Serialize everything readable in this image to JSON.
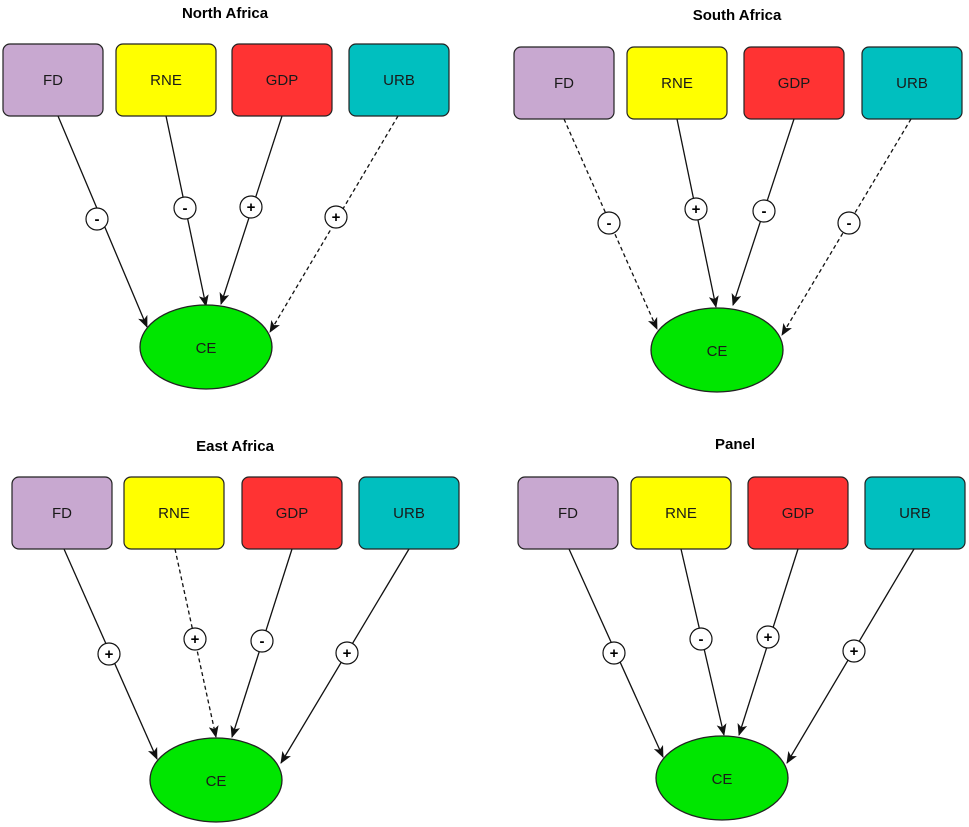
{
  "colors": {
    "FD": "#c8a8d0",
    "RNE": "#ffff00",
    "GDP": "#ff3333",
    "URB": "#00bfbf",
    "CE": "#00e600",
    "stroke": "#222222"
  },
  "target_label": "CE",
  "panels": [
    {
      "title": "North Africa",
      "boxes": [
        "FD",
        "RNE",
        "GDP",
        "URB"
      ],
      "links": [
        {
          "from": "FD",
          "sign": "-",
          "style": "solid"
        },
        {
          "from": "RNE",
          "sign": "-",
          "style": "solid"
        },
        {
          "from": "GDP",
          "sign": "+",
          "style": "solid"
        },
        {
          "from": "URB",
          "sign": "+",
          "style": "dashed"
        }
      ]
    },
    {
      "title": "South Africa",
      "boxes": [
        "FD",
        "RNE",
        "GDP",
        "URB"
      ],
      "links": [
        {
          "from": "FD",
          "sign": "-",
          "style": "dashed"
        },
        {
          "from": "RNE",
          "sign": "+",
          "style": "solid"
        },
        {
          "from": "GDP",
          "sign": "-",
          "style": "solid"
        },
        {
          "from": "URB",
          "sign": "-",
          "style": "dashed"
        }
      ]
    },
    {
      "title": "East Africa",
      "boxes": [
        "FD",
        "RNE",
        "GDP",
        "URB"
      ],
      "links": [
        {
          "from": "FD",
          "sign": "+",
          "style": "solid"
        },
        {
          "from": "RNE",
          "sign": "+",
          "style": "dashed"
        },
        {
          "from": "GDP",
          "sign": "-",
          "style": "solid"
        },
        {
          "from": "URB",
          "sign": "+",
          "style": "solid"
        }
      ]
    },
    {
      "title": "Panel",
      "boxes": [
        "FD",
        "RNE",
        "GDP",
        "URB"
      ],
      "links": [
        {
          "from": "FD",
          "sign": "+",
          "style": "solid"
        },
        {
          "from": "RNE",
          "sign": "-",
          "style": "solid"
        },
        {
          "from": "GDP",
          "sign": "+",
          "style": "solid"
        },
        {
          "from": "URB",
          "sign": "+",
          "style": "solid"
        }
      ]
    }
  ]
}
